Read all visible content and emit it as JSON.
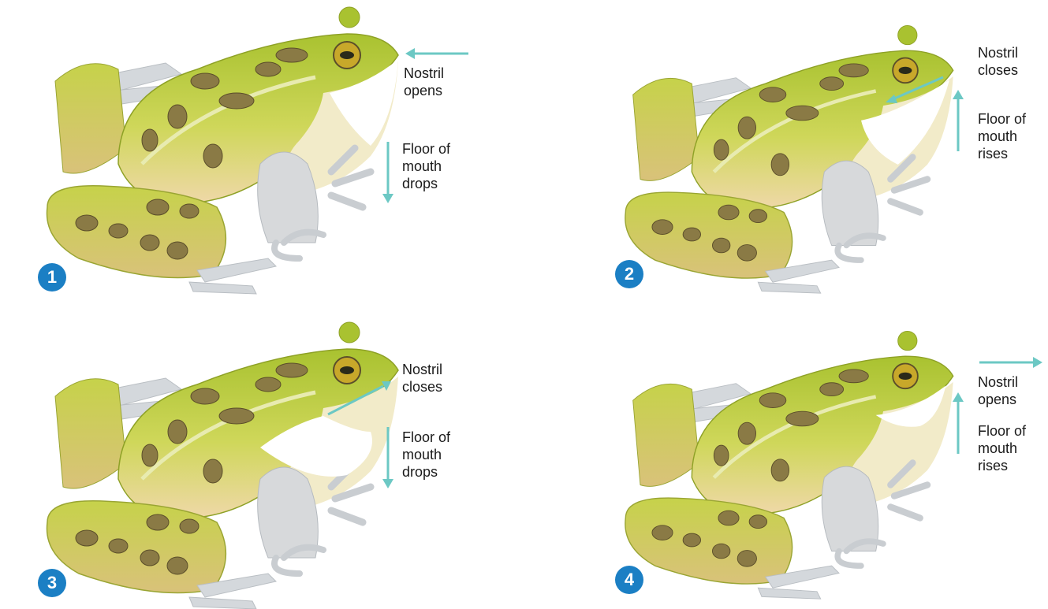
{
  "colors": {
    "skin": "#b9cc3c",
    "skin_dark": "#8ea126",
    "belly": "#f0e4b8",
    "spot": "#8a7a45",
    "spot_edge": "#5b4e2a",
    "limb_gray": "#d7d9db",
    "arrow": "#6cc8c4",
    "badge": "#1b7fc4"
  },
  "panels": [
    {
      "step": "1",
      "nostril_label": "Nostril\nopens",
      "floor_label": "Floor of\nmouth\ndrops"
    },
    {
      "step": "2",
      "nostril_label": "Nostril\ncloses",
      "floor_label": "Floor of\nmouth\nrises"
    },
    {
      "step": "3",
      "nostril_label": "Nostril\ncloses",
      "floor_label": "Floor of\nmouth\ndrops"
    },
    {
      "step": "4",
      "nostril_label": "Nostril\nopens",
      "floor_label": "Floor of\nmouth\nrises"
    }
  ]
}
